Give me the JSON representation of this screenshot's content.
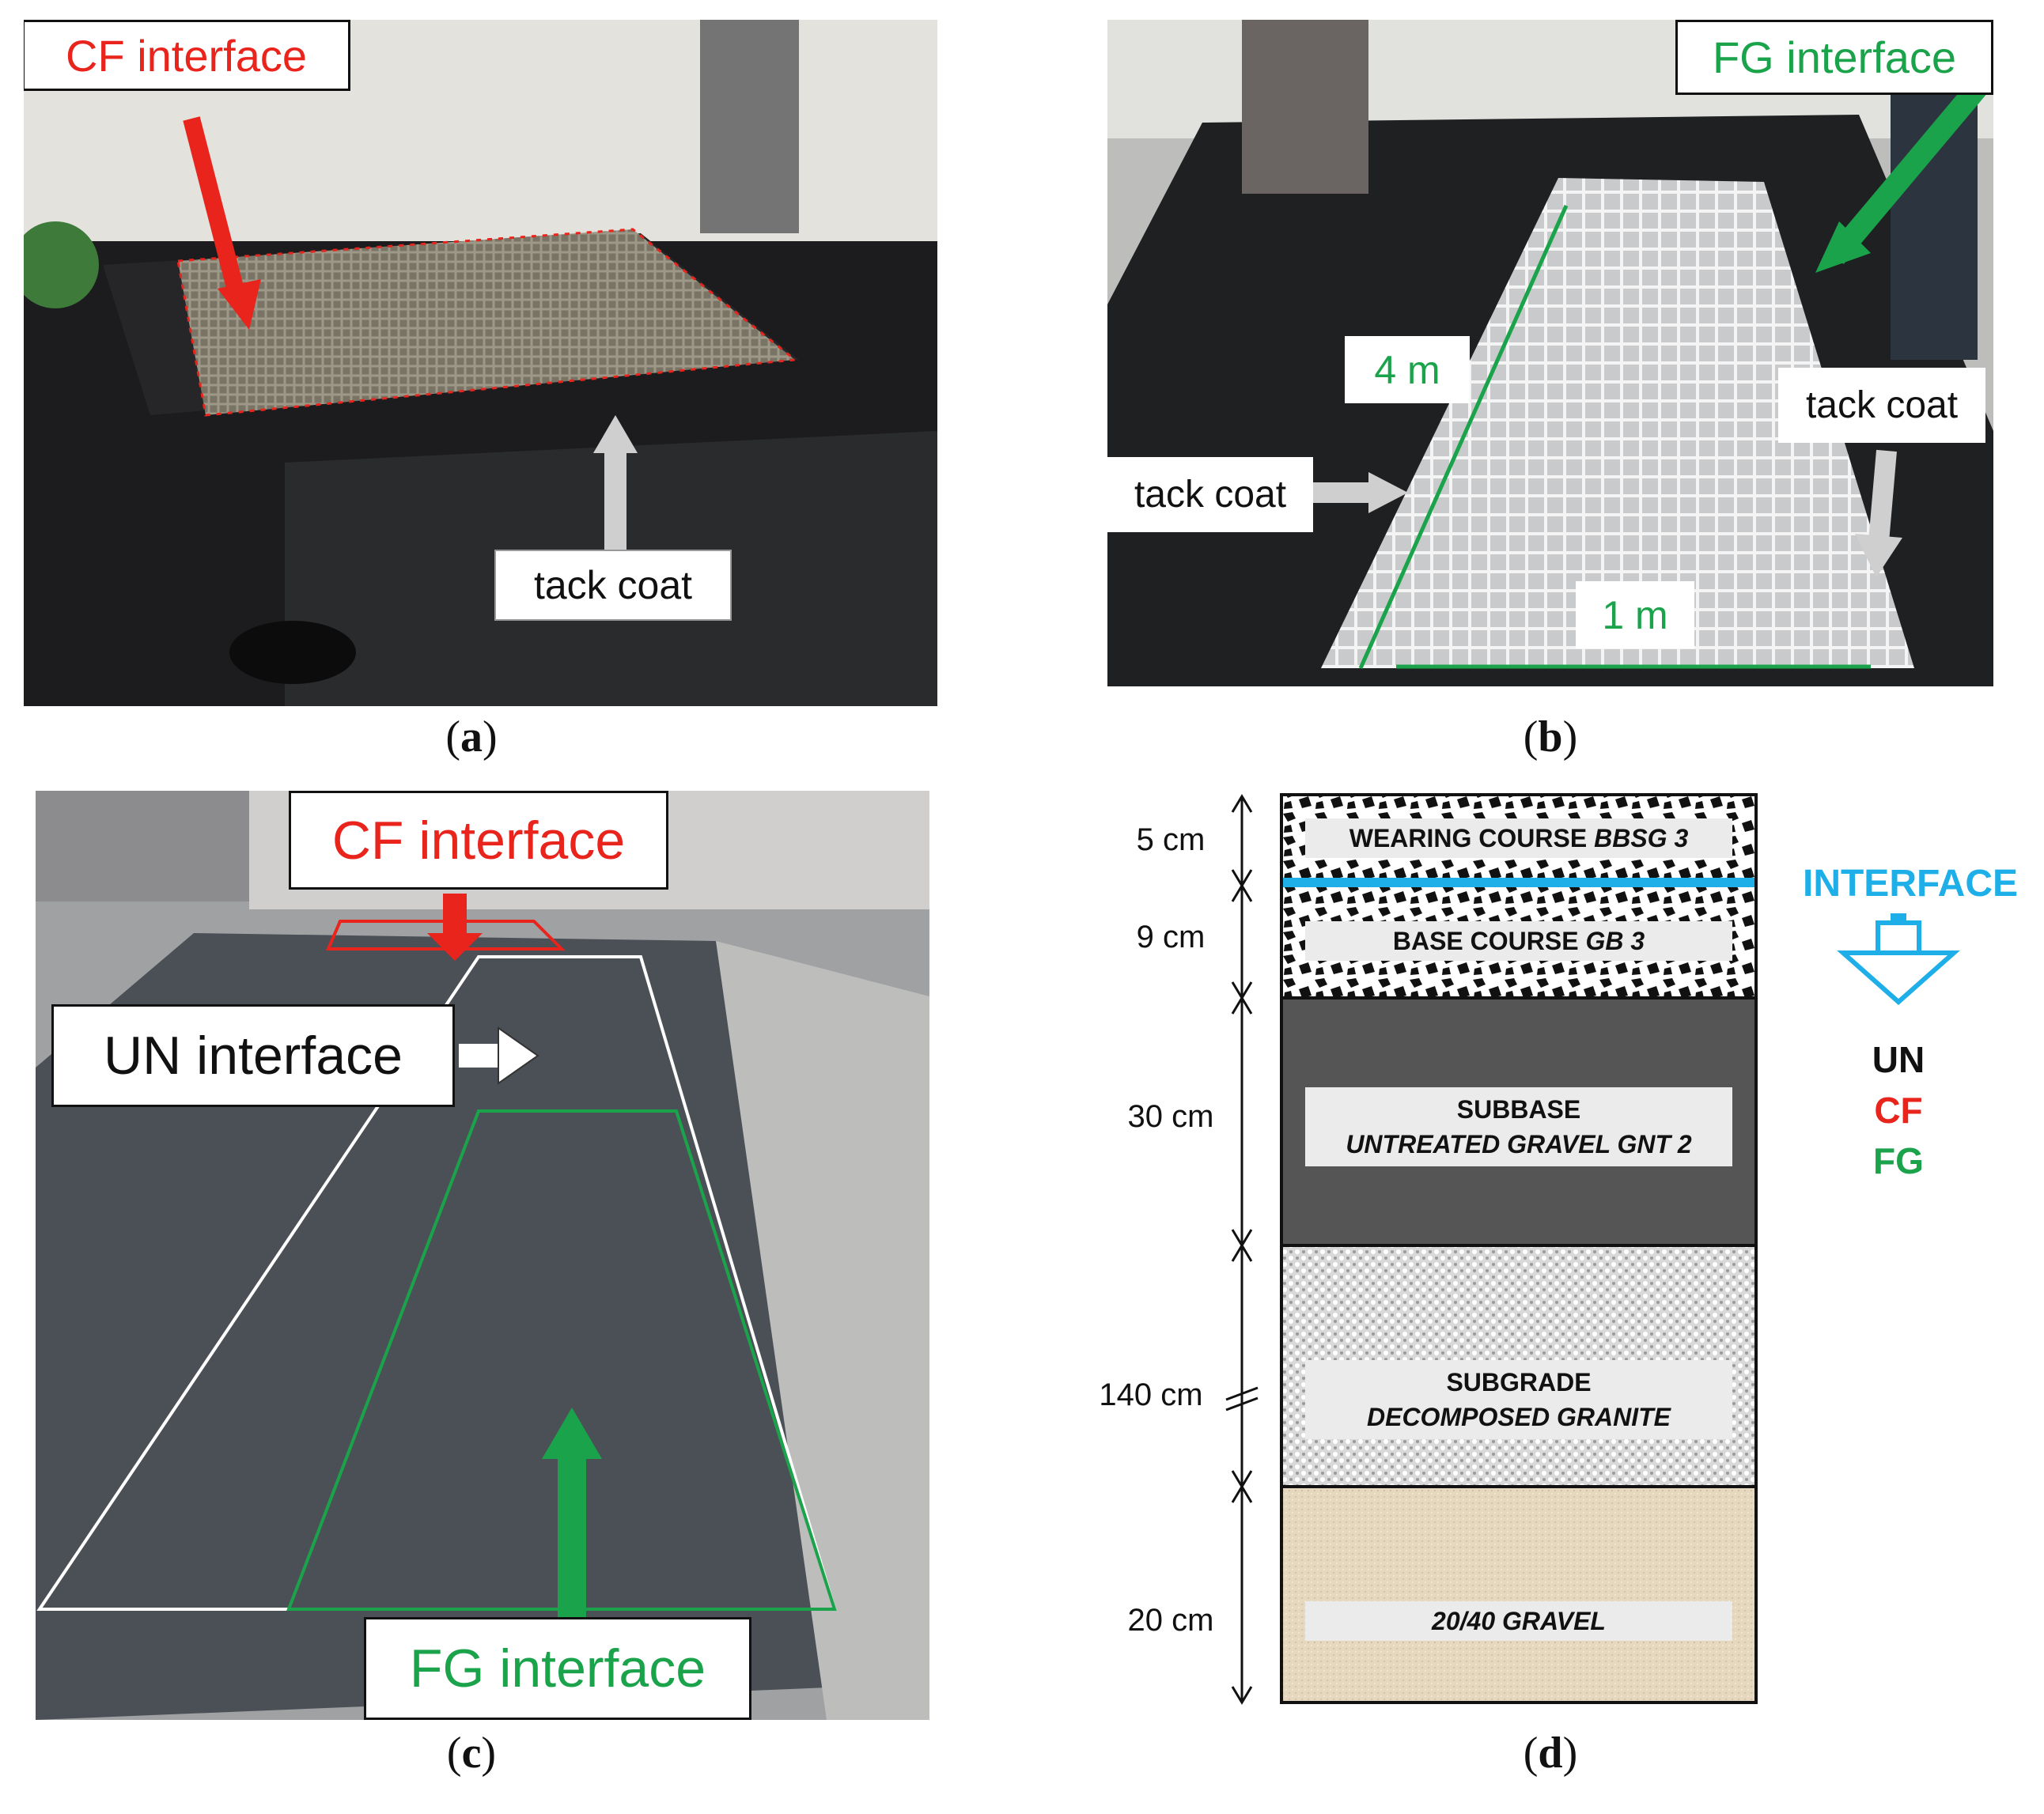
{
  "figure": {
    "captions": {
      "a": "a",
      "b": "b",
      "c": "c",
      "d": "d"
    },
    "panel_a": {
      "cf_label": "CF interface",
      "tack_label": "tack coat",
      "colors": {
        "cf": "#e8241c",
        "arrow_gray": "#cfcfcf"
      }
    },
    "panel_b": {
      "fg_label": "FG interface",
      "tack_left": "tack coat",
      "tack_right": "tack coat",
      "len_label": "4 m",
      "width_label": "1 m",
      "colors": {
        "fg": "#1aa34a"
      }
    },
    "panel_c": {
      "cf_label": "CF interface",
      "un_label": "UN interface",
      "fg_label": "FG interface",
      "colors": {
        "cf": "#e8241c",
        "fg": "#1aa34a",
        "un": "#ffffff"
      }
    },
    "panel_d": {
      "thicknesses": [
        "5 cm",
        "9 cm",
        "30 cm",
        "140 cm",
        "20 cm"
      ],
      "layers": [
        {
          "line1": "WEARING COURSE ",
          "line1_em": "BBSG 3",
          "line2": ""
        },
        {
          "line1": "BASE COURSE ",
          "line1_em": "GB 3",
          "line2": ""
        },
        {
          "line1": "SUBBASE",
          "line1_em": "",
          "line2": "UNTREATED GRAVEL GNT 2"
        },
        {
          "line1": "SUBGRADE",
          "line1_em": "",
          "line2": "DECOMPOSED GRANITE"
        },
        {
          "line1": "",
          "line1_em": "20/40 GRAVEL",
          "line2": ""
        }
      ],
      "interface_title": "INTERFACE",
      "interface_types": [
        {
          "label": "UN",
          "color": "#111111"
        },
        {
          "label": "CF",
          "color": "#e8241c"
        },
        {
          "label": "FG",
          "color": "#1aa34a"
        }
      ],
      "colors": {
        "interface_blue": "#1eaee8",
        "subbase": "#555555",
        "gravel": "#e6d8bf"
      }
    }
  }
}
